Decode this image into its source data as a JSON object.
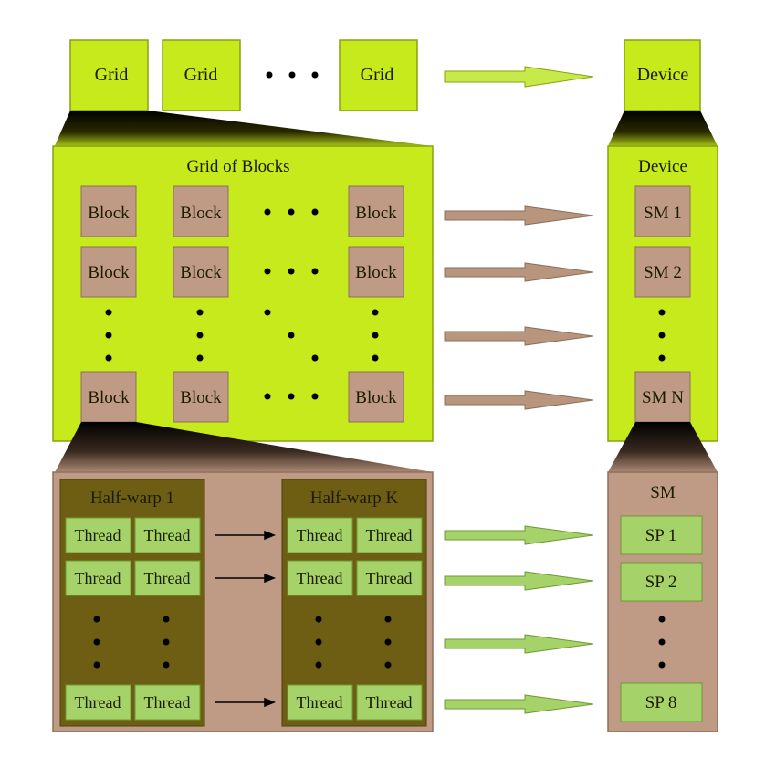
{
  "colors": {
    "green": "#c7ea1c",
    "green_border": "#8aa20e",
    "tan": "#bf9a84",
    "tan_border": "#8d6e5c",
    "olive": "#6d5e14",
    "light_green": "#a6d369",
    "arrow_green": "#c7ea4a",
    "arrow_tan": "#b8967e"
  },
  "row1": {
    "grid_labels": [
      "Grid",
      "Grid",
      "Grid"
    ],
    "device_label": "Device"
  },
  "row2": {
    "title": "Grid of Blocks",
    "block_label": "Block",
    "device_title": "Device",
    "sm_labels": [
      "SM 1",
      "SM 2",
      "SM N"
    ]
  },
  "row3": {
    "halfwarp_titles": [
      "Half-warp 1",
      "Half-warp K"
    ],
    "thread_label": "Thread",
    "sm_title": "SM",
    "sp_labels": [
      "SP 1",
      "SP 2",
      "SP 8"
    ]
  }
}
